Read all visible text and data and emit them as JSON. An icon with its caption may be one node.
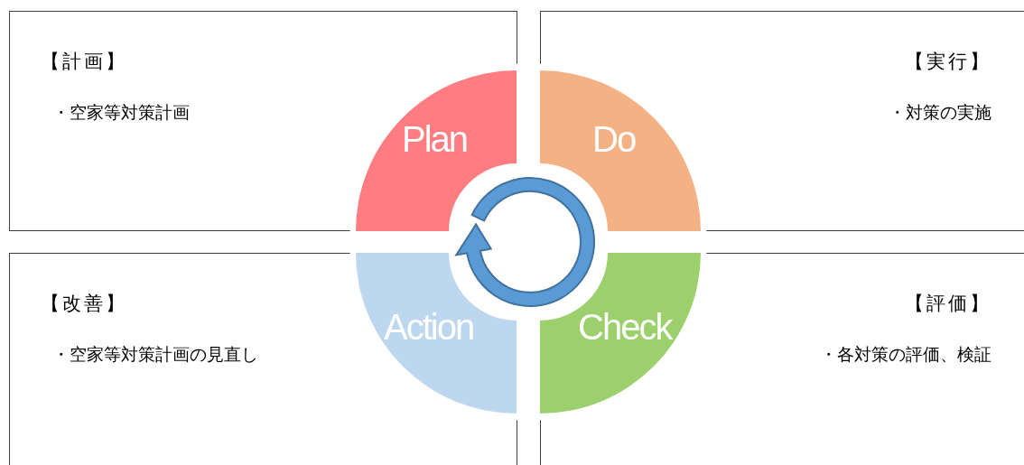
{
  "diagram": {
    "nodes": [
      {
        "text": [
          "【計画】",
          "・空家等対策計画"
        ]
      },
      {
        "text": [
          "【実行】",
          "・対策の実施"
        ]
      },
      {
        "text": [
          "【改善】",
          "・空家等対策計画の見直し"
        ]
      },
      {
        "text": [
          "【評価】",
          "・各対策の評価、検証"
        ]
      },
      {
        "text": [
          "Plan"
        ],
        "in": 0
      },
      {
        "text": [
          "Do"
        ],
        "in": 1
      },
      {
        "text": [
          "Action"
        ],
        "in": 2
      },
      {
        "text": [
          "Check"
        ],
        "in": 3
      }
    ]
  }
}
